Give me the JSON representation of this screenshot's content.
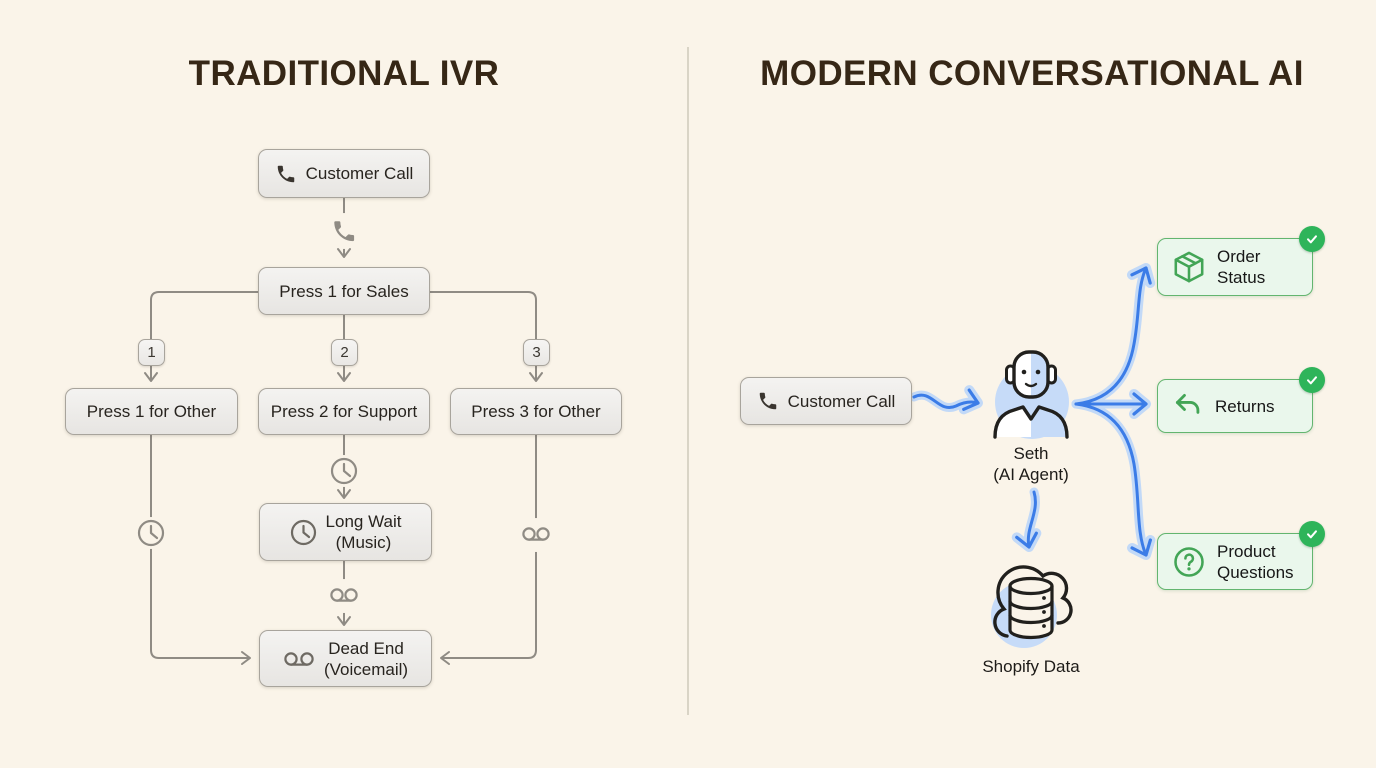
{
  "left": {
    "title": "TRADITIONAL IVR",
    "customer_call": {
      "label": "Customer Call",
      "icon": "phone-icon"
    },
    "sales": {
      "label": "Press 1 for Sales"
    },
    "chip1": "1",
    "chip2": "2",
    "chip3": "3",
    "other1": {
      "label": "Press 1 for Other"
    },
    "support": {
      "label": "Press 2 for Support"
    },
    "other3": {
      "label": "Press 3 for Other"
    },
    "long_wait": {
      "line1": "Long Wait",
      "line2": "(Music)",
      "icon": "clock-icon"
    },
    "dead_end": {
      "line1": "Dead End",
      "line2": "(Voicemail)",
      "icon": "voicemail-icon"
    },
    "mid_icons": [
      "phone-icon",
      "clock-icon",
      "voicemail-icon"
    ]
  },
  "right": {
    "title": "MODERN CONVERSATIONAL AI",
    "customer_call": {
      "label": "Customer Call",
      "icon": "phone-icon"
    },
    "agent": {
      "name": "Seth",
      "role": "(AI Agent)",
      "icon": "ai-agent-avatar"
    },
    "data_source": {
      "label": "Shopify Data",
      "icon": "cloud-database-icon"
    },
    "outcomes": [
      {
        "line1": "Order",
        "line2": "Status",
        "icon": "package-icon",
        "badge": "check-icon"
      },
      {
        "line1": "Returns",
        "line2": "",
        "icon": "return-arrow-icon",
        "badge": "check-icon"
      },
      {
        "line1": "Product",
        "line2": "Questions",
        "icon": "question-mark-icon",
        "badge": "check-icon"
      }
    ]
  },
  "colors": {
    "background": "#faf4e9",
    "divider": "#d9d4c6",
    "title_brown": "#362716",
    "gray_border": "#a8a49c",
    "gray_line": "#8f8b84",
    "text_dark": "#28241f",
    "green_border": "#63b56f",
    "green_fill": "#eaf7ec",
    "green_icon": "#43a556",
    "badge_green": "#2eb45a",
    "blue_arrow": "#3b7ce7",
    "blue_halo": "#c2d9f7",
    "avatar_blue": "#c6dbf8",
    "outline_dark": "#21201d"
  }
}
